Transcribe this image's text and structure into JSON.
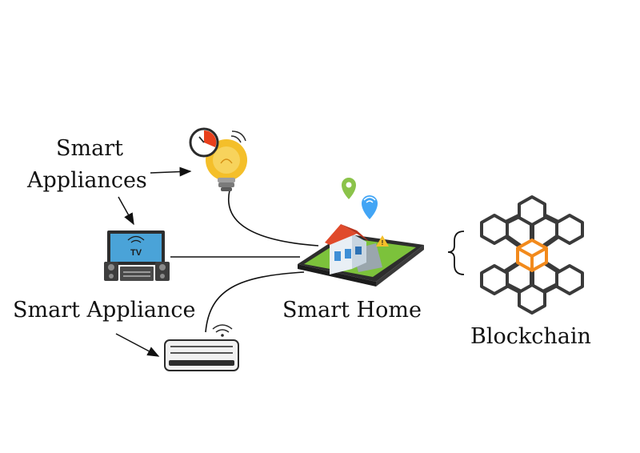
{
  "labels": {
    "smart_appliances_line1": "Smart",
    "smart_appliances_line2": "Appliances",
    "smart_appliance": "Smart Appliance",
    "smart_home": "Smart Home",
    "blockchain": "Blockchain"
  },
  "icons": {
    "bulb": "light-bulb-icon",
    "tv": "tv-icon",
    "ac": "air-conditioner-icon",
    "home": "smart-home-phone-icon",
    "blockchain": "blockchain-icon"
  },
  "colors": {
    "bulb": "#f4bf2a",
    "clock": "#e8401c",
    "roof": "#e04a2b",
    "tablet": "#2d2d2d",
    "grass": "#7cc23b",
    "block_accent": "#f28a1c",
    "block_dark": "#3a3a3a",
    "tv_screen": "#4aa3d8",
    "pin_green": "#8bc34a",
    "pin_blue": "#42a5f5"
  }
}
